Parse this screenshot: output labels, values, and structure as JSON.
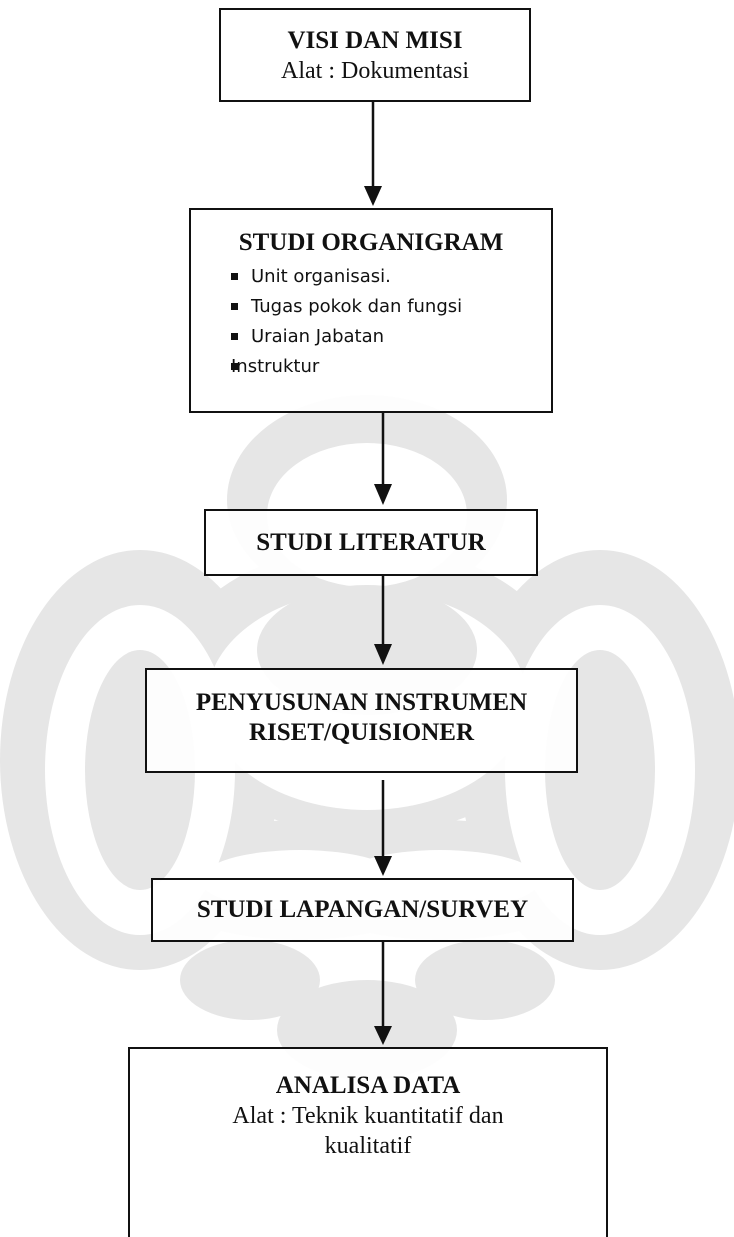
{
  "steps": [
    {
      "title": "VISI DAN MISI",
      "subtitle": "Alat : Dokumentasi"
    },
    {
      "title": "STUDI ORGANIGRAM",
      "bullets": [
        "Unit organisasi.",
        "Tugas pokok dan fungsi",
        "Uraian Jabatan"
      ],
      "bullet_continuation": "Instruktur"
    },
    {
      "title": "STUDI LITERATUR"
    },
    {
      "title_lines": [
        "PENYUSUNAN INSTRUMEN",
        "RISET/QUISIONER"
      ]
    },
    {
      "title": "STUDI LAPANGAN/SURVEY"
    },
    {
      "title": "ANALISA DATA",
      "subtitle": "Alat : Teknik kuantitatif dan kualitatif"
    }
  ],
  "colors": {
    "line": "#111111",
    "watermark": "#e6e6e6"
  },
  "watermark_icon": "university-seal-icon"
}
